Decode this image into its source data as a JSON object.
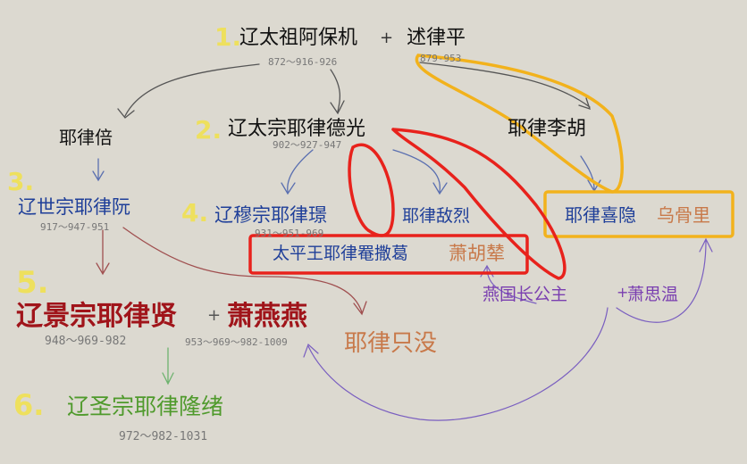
{
  "colors": {
    "black": "#111111",
    "blue": "#1f3f99",
    "dark_red": "#a0141a",
    "orange": "#c8794a",
    "purple": "#7a3fb0",
    "green": "#4f9a2c",
    "yellow": "#f2e24a",
    "highlight_red": "#e8221c",
    "highlight_orange": "#f2b21c"
  },
  "numbers": [
    "1.",
    "2.",
    "3.",
    "4.",
    "5.",
    "6."
  ],
  "plus": "+",
  "persons": {
    "taizu": {
      "name": "辽太祖阿保机",
      "dates": "872～916-926"
    },
    "shulvping": {
      "name": "述律平",
      "dates": "879-953"
    },
    "yeluebei": {
      "name": "耶律倍"
    },
    "taizong": {
      "name": "辽太宗耶律德光",
      "dates": "902～927-947"
    },
    "lihu": {
      "name": "耶律李胡"
    },
    "shizong": {
      "name": "辽世宗耶律阮",
      "dates": "917～947-951"
    },
    "muzong": {
      "name": "辽穆宗耶律璟",
      "dates": "931～951-969"
    },
    "dilie": {
      "name": "耶律敌烈"
    },
    "xiyin": {
      "name": "耶律喜隐"
    },
    "wuguli": {
      "name": "乌骨里"
    },
    "yansage": {
      "name": "太平王耶律罨撒葛"
    },
    "xiaohunian": {
      "name": "萧胡辇"
    },
    "yanguo": {
      "name": "燕国长公主"
    },
    "xiaosiwen": {
      "name": "萧思温"
    },
    "jingzong": {
      "name": "辽景宗耶律贤",
      "dates": "948～969-982"
    },
    "xiaoyanyan": {
      "name": "萧燕燕",
      "dates": "953～969～982-1009"
    },
    "zhimo": {
      "name": "耶律只没"
    },
    "shengzong": {
      "name": "辽圣宗耶律隆绪",
      "dates": "972～982-1031"
    }
  }
}
